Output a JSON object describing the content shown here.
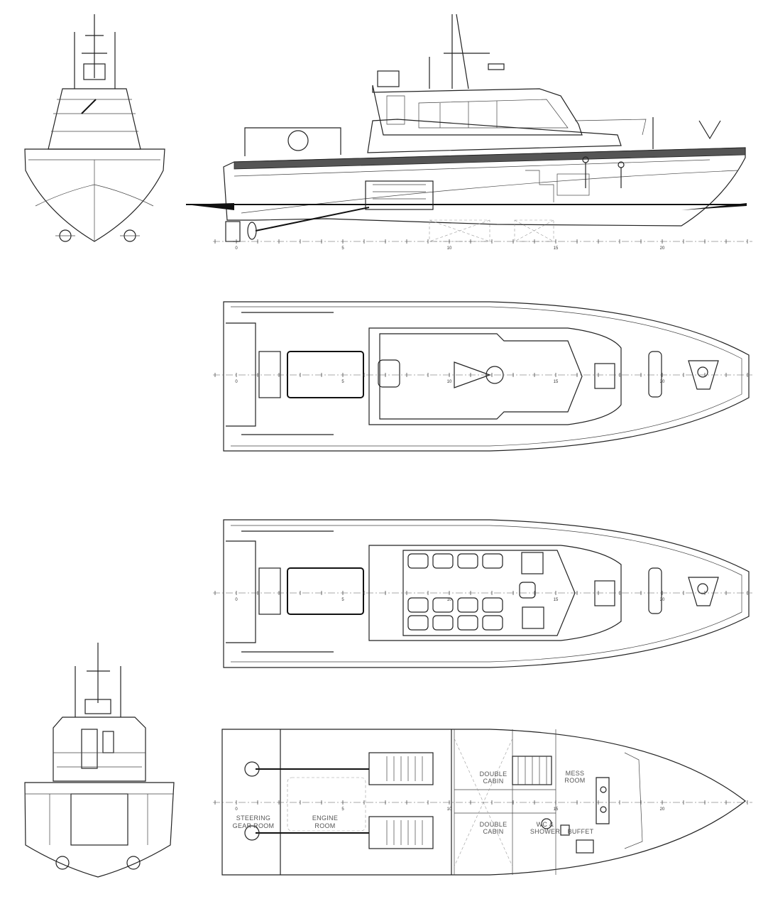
{
  "drawing": {
    "scale_ticks": [
      "0",
      "5",
      "10",
      "15",
      "20"
    ],
    "lower_deck_rooms": {
      "steering_gear_room_l1": "STEERING",
      "steering_gear_room_l2": "GEAR ROOM",
      "engine_room_l1": "ENGINE",
      "engine_room_l2": "ROOM",
      "double_cabin_1_l1": "DOUBLE",
      "double_cabin_1_l2": "CABIN",
      "double_cabin_2_l1": "DOUBLE",
      "double_cabin_2_l2": "CABIN",
      "wc_l1": "WC &",
      "wc_l2": "SHOWER",
      "buffet": "BUFFET",
      "mess_room_l1": "MESS",
      "mess_room_l2": "ROOM"
    }
  }
}
